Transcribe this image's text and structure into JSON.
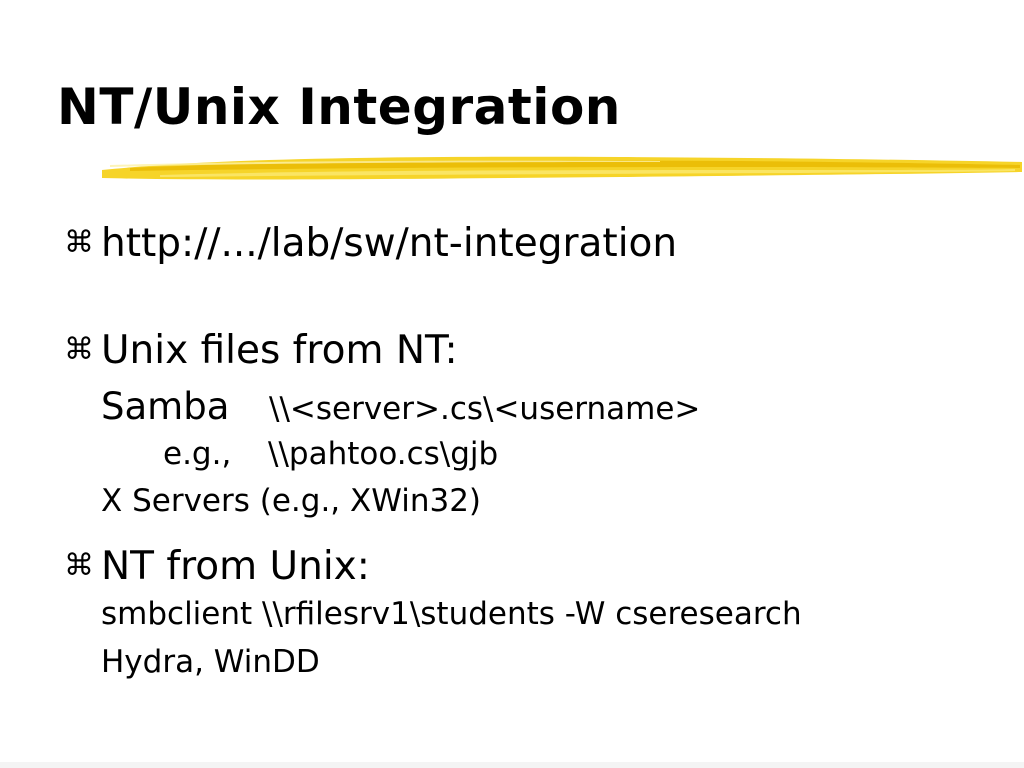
{
  "slide": {
    "title": "NT/Unix Integration",
    "accent_color": "#f5d21e",
    "bullet_icon": "command-key-icon",
    "bullet_glyph": "⌘"
  },
  "bullets": [
    {
      "text": "http://.../lab/sw/nt-integration"
    },
    {
      "text": "Unix files from NT:",
      "samba_label": "Samba",
      "samba_path": "\\\\<server>.cs\\<username>",
      "eg_label": "e.g.,",
      "eg_path": "\\\\pahtoo.cs\\gjb",
      "xservers": "X Servers (e.g., XWin32)"
    },
    {
      "text": "NT from Unix:",
      "smbclient": "smbclient \\\\rfilesrv1\\students -W cseresearch",
      "hydra": "Hydra, WinDD"
    }
  ]
}
